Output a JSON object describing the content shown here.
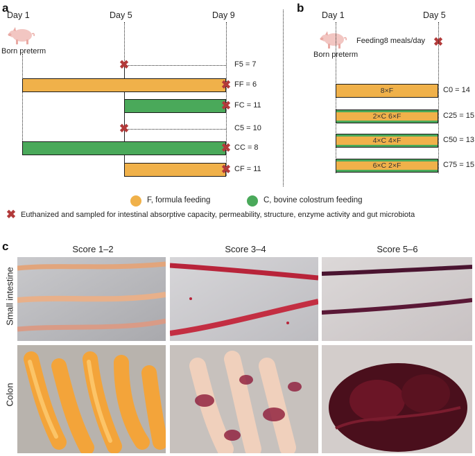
{
  "panel_a": {
    "label": "a",
    "days": [
      "Day 1",
      "Day 5",
      "Day 9"
    ],
    "born_label": "Born preterm",
    "groups": [
      {
        "label": "F5 = 7",
        "type": "dotted"
      },
      {
        "label": "FF = 6",
        "type": "orange"
      },
      {
        "label": "FC = 11",
        "type": "green"
      },
      {
        "label": "C5 = 10",
        "type": "dotted"
      },
      {
        "label": "CC = 8",
        "type": "green"
      },
      {
        "label": "CF = 11",
        "type": "orange"
      }
    ]
  },
  "panel_b": {
    "label": "b",
    "days": [
      "Day 1",
      "Day 5"
    ],
    "born_label": "Born preterm",
    "feeding_label": "Feeding8 meals/day",
    "groups": [
      {
        "label": "C0 = 14",
        "bar_text": "8×F"
      },
      {
        "label": "C25 = 15",
        "bar_text": "2×C   6×F"
      },
      {
        "label": "C50 = 13",
        "bar_text": "4×C   4×F"
      },
      {
        "label": "C75 = 15",
        "bar_text": "6×C   2×F"
      }
    ]
  },
  "legend": {
    "formula": "F, formula feeding",
    "colostrum": "C, bovine colostrum feeding",
    "euthanized": "Euthanized and sampled for intestinal absorptive capacity, permeability, structure, enzyme activity and gut microbiota",
    "colors": {
      "formula": "#f0b14a",
      "colostrum": "#4aa95a",
      "mark": "#b23a3a"
    }
  },
  "panel_c": {
    "label": "c",
    "columns": [
      "Score 1–2",
      "Score 3–4",
      "Score 5–6"
    ],
    "rows": [
      "Small intestine",
      "Colon"
    ]
  }
}
